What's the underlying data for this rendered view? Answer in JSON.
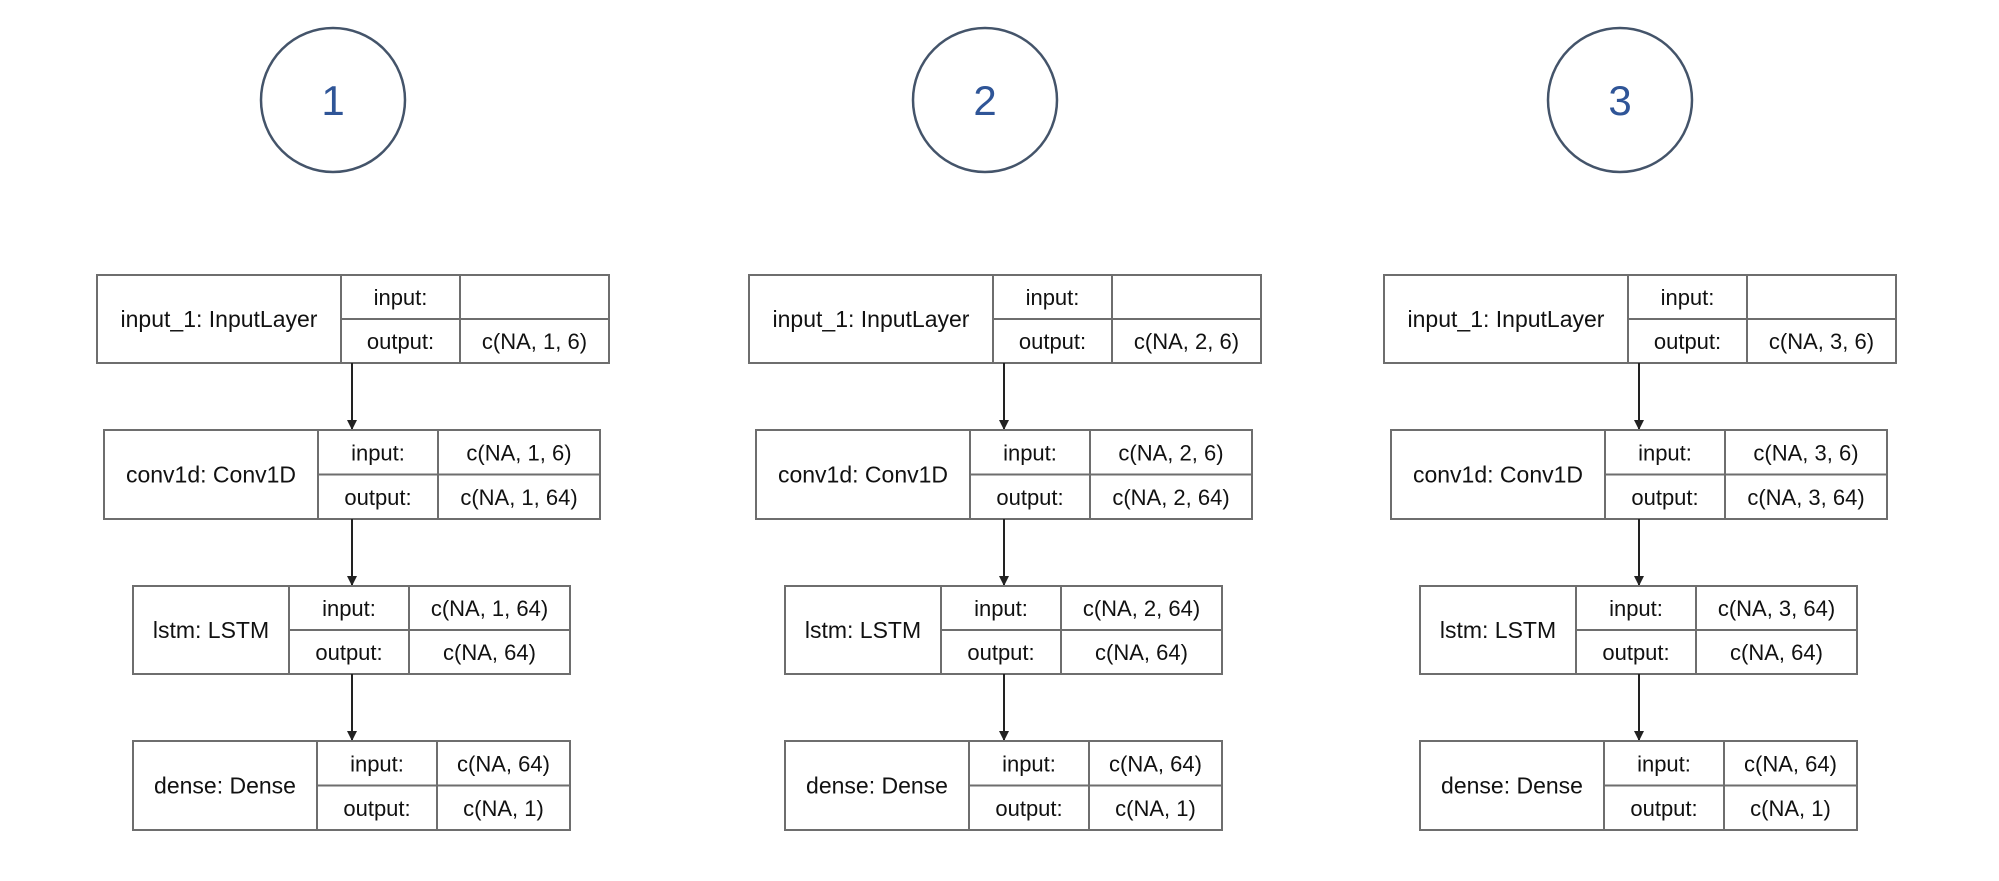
{
  "columns": [
    {
      "number": "1",
      "layers": [
        {
          "name": "input_1: InputLayer",
          "in_label": "input:",
          "out_label": "output:",
          "in": "",
          "out": "c(NA, 1, 6)"
        },
        {
          "name": "conv1d: Conv1D",
          "in_label": "input:",
          "out_label": "output:",
          "in": "c(NA, 1, 6)",
          "out": "c(NA, 1, 64)"
        },
        {
          "name": "lstm: LSTM",
          "in_label": "input:",
          "out_label": "output:",
          "in": "c(NA, 1, 64)",
          "out": "c(NA, 64)"
        },
        {
          "name": "dense: Dense",
          "in_label": "input:",
          "out_label": "output:",
          "in": "c(NA, 64)",
          "out": "c(NA, 1)"
        }
      ]
    },
    {
      "number": "2",
      "layers": [
        {
          "name": "input_1: InputLayer",
          "in_label": "input:",
          "out_label": "output:",
          "in": "",
          "out": "c(NA, 2, 6)"
        },
        {
          "name": "conv1d: Conv1D",
          "in_label": "input:",
          "out_label": "output:",
          "in": "c(NA, 2, 6)",
          "out": "c(NA, 2, 64)"
        },
        {
          "name": "lstm: LSTM",
          "in_label": "input:",
          "out_label": "output:",
          "in": "c(NA, 2, 64)",
          "out": "c(NA, 64)"
        },
        {
          "name": "dense: Dense",
          "in_label": "input:",
          "out_label": "output:",
          "in": "c(NA, 64)",
          "out": "c(NA, 1)"
        }
      ]
    },
    {
      "number": "3",
      "layers": [
        {
          "name": "input_1: InputLayer",
          "in_label": "input:",
          "out_label": "output:",
          "in": "",
          "out": "c(NA, 3, 6)"
        },
        {
          "name": "conv1d: Conv1D",
          "in_label": "input:",
          "out_label": "output:",
          "in": "c(NA, 3, 6)",
          "out": "c(NA, 3, 64)"
        },
        {
          "name": "lstm: LSTM",
          "in_label": "input:",
          "out_label": "output:",
          "in": "c(NA, 3, 64)",
          "out": "c(NA, 64)"
        },
        {
          "name": "dense: Dense",
          "in_label": "input:",
          "out_label": "output:",
          "in": "c(NA, 64)",
          "out": "c(NA, 1)"
        }
      ]
    }
  ],
  "colors": {
    "circle_stroke": "#44546a",
    "circle_text": "#2f5597",
    "box_stroke": "#6e6e6e",
    "arrow": "#222222"
  }
}
